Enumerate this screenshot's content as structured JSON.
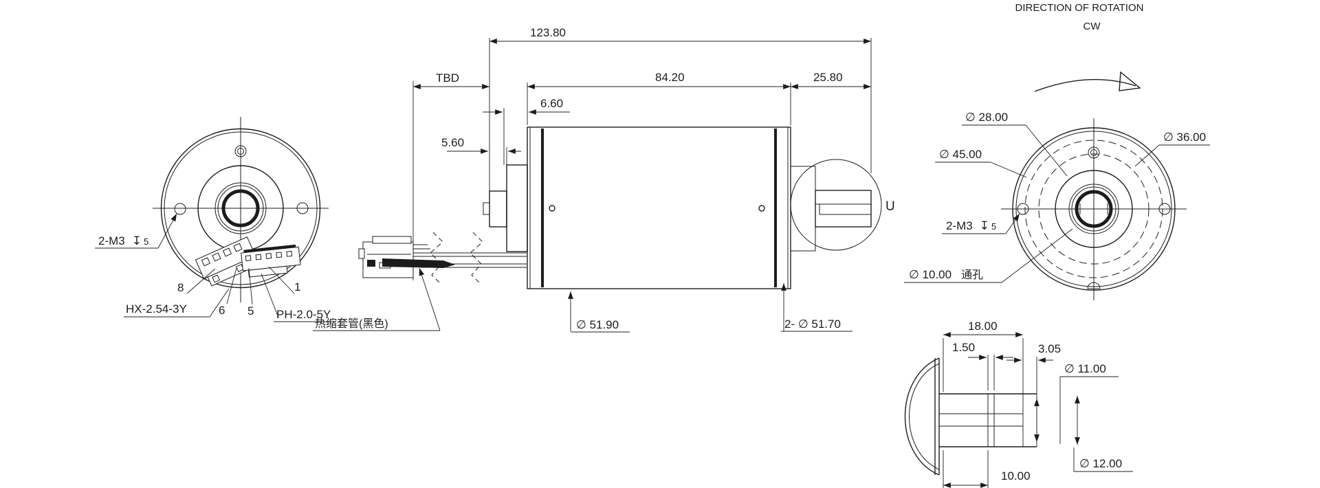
{
  "rotation": {
    "title": "DIRECTION OF ROTATION",
    "value": "CW"
  },
  "front_view": {
    "tap": "2-M3",
    "depth_symbol": "↧",
    "depth": "5",
    "pin_8": "8",
    "pin_6": "6",
    "pin_5": "5",
    "pin_1": "1",
    "connector_hx": "HX-2.54-3Y",
    "connector_ph": "PH-2.0-5Y",
    "sleeve_note": "热缩套管(黑色)"
  },
  "side_view": {
    "overall_length": "123.80",
    "lead_length": "TBD",
    "body_length": "84.20",
    "shaft_length": "25.80",
    "boss_length": "6.60",
    "pilot_length": "5.60",
    "body_diameter": "∅ 51.90",
    "endcap_diameter": "2- ∅ 51.70",
    "detail_mark": "U"
  },
  "rear_view": {
    "dia_28": "∅ 28.00",
    "dia_36": "∅ 36.00",
    "dia_45": "∅ 45.00",
    "tap": "2-M3",
    "depth_symbol": "↧",
    "depth": "5",
    "through_hole_dia": "∅ 10.00",
    "through_hole_note": "通孔"
  },
  "shaft_detail": {
    "length": "18.00",
    "groove_width": "1.50",
    "tip_length": "3.05",
    "groove_dia": "∅ 11.00",
    "shaft_dia": "∅ 12.00",
    "groove_pos": "10.00"
  }
}
